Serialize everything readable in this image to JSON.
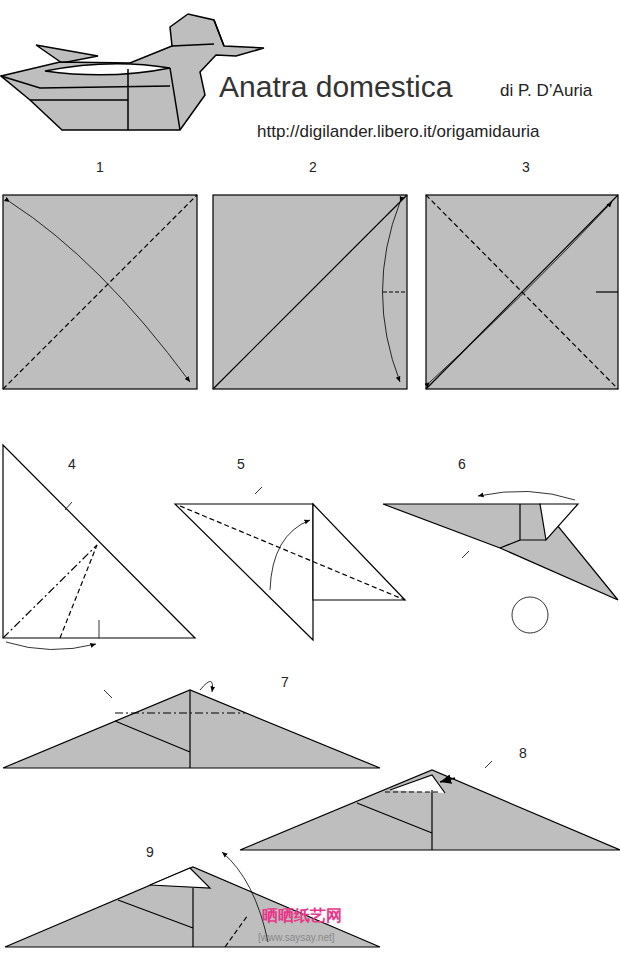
{
  "diagram": {
    "title": "Anatra domestica",
    "labels": [
      "di P. D’Auria",
      "http://digilander.libero.it/origamidauria",
      "1",
      "2",
      "3",
      "4",
      "5",
      "6",
      "7",
      "8",
      "9",
      "晒晒纸艺网",
      "[www.saysay.net]"
    ]
  }
}
